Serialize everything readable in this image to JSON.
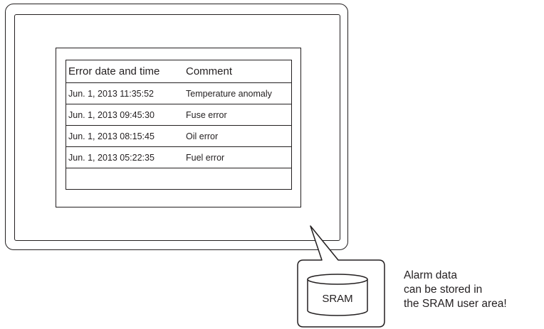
{
  "alarm_table": {
    "header": {
      "date": "Error date and time",
      "comment": "Comment"
    },
    "rows": [
      {
        "date": "Jun. 1, 2013 11:35:52",
        "comment": "Temperature anomaly"
      },
      {
        "date": "Jun. 1, 2013 09:45:30",
        "comment": "Fuse error"
      },
      {
        "date": "Jun. 1, 2013 08:15:45",
        "comment": "Oil error"
      },
      {
        "date": "Jun. 1, 2013 05:22:35",
        "comment": "Fuel error"
      }
    ]
  },
  "storage": {
    "label": "SRAM"
  },
  "note": {
    "line1": "Alarm data",
    "line2": "can be stored in",
    "line3": "the SRAM user area!"
  }
}
